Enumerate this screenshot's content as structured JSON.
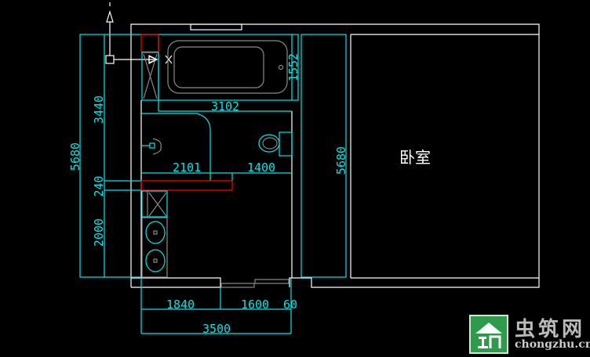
{
  "drawing": {
    "dimensions": {
      "total_height_left": "5680",
      "upper_height": "3440",
      "wall_thickness": "240",
      "lower_height": "2000",
      "bath_length": "3102",
      "bath_width": "1552",
      "split_left": "2101",
      "split_right": "1400",
      "bottom_left": "1840",
      "bottom_door": "1600",
      "bottom_small": "60",
      "total_width": "3500",
      "total_height_right": "5680"
    },
    "room_label": "卧室"
  },
  "watermark": {
    "cn": "虫筑网",
    "en": "chongzhu.cn"
  },
  "colors": {
    "wall": "#ffffff",
    "dimension": "#00e5e5",
    "fixture": "#8a8a8a",
    "hatch": "#ff0000"
  }
}
